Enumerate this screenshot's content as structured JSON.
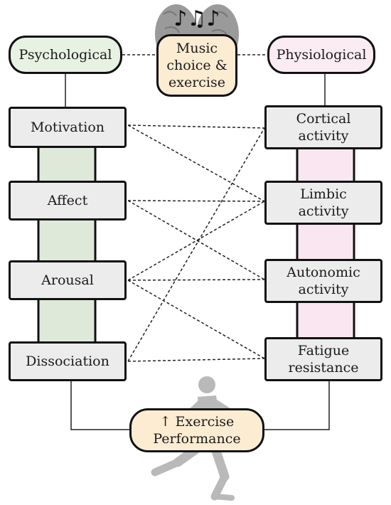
{
  "header": {
    "psychological": "Psychological",
    "center": "Music\nchoice &\nexercise",
    "physiological": "Physiological"
  },
  "psychological_factors": [
    "Motivation",
    "Affect",
    "Arousal",
    "Dissociation"
  ],
  "physiological_factors": [
    "Cortical\nactivity",
    "Limbic\nactivity",
    "Autonomic\nactivity",
    "Fatigue\nresistance"
  ],
  "outcome": "↑ Exercise\nPerformance",
  "icons": {
    "top": "brain-with-music-notes-icon",
    "bottom": "running-person-icon"
  },
  "colors": {
    "psychological": "#e8f2e3",
    "physiological": "#fbecf4",
    "center": "#fcecd2",
    "factor_box": "#ececec",
    "left_column": "#dfe9da",
    "right_column": "#fae6f0"
  },
  "links": [
    {
      "from": "Motivation",
      "to": "Cortical activity"
    },
    {
      "from": "Motivation",
      "to": "Limbic activity"
    },
    {
      "from": "Affect",
      "to": "Limbic activity"
    },
    {
      "from": "Affect",
      "to": "Autonomic activity"
    },
    {
      "from": "Arousal",
      "to": "Limbic activity"
    },
    {
      "from": "Arousal",
      "to": "Autonomic activity"
    },
    {
      "from": "Arousal",
      "to": "Fatigue resistance"
    },
    {
      "from": "Dissociation",
      "to": "Cortical activity"
    },
    {
      "from": "Dissociation",
      "to": "Fatigue resistance"
    }
  ]
}
